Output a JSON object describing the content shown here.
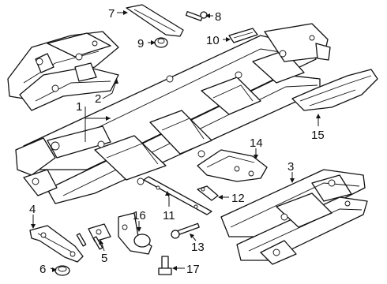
{
  "callouts": {
    "c1": "1",
    "c2": "2",
    "c3": "3",
    "c4": "4",
    "c5": "5",
    "c6": "6",
    "c7": "7",
    "c8": "8",
    "c9": "9",
    "c10": "10",
    "c11": "11",
    "c12": "12",
    "c13": "13",
    "c14": "14",
    "c15": "15",
    "c16": "16",
    "c17": "17"
  },
  "colors": {
    "line": "#111111",
    "fill": "#ffffff"
  }
}
